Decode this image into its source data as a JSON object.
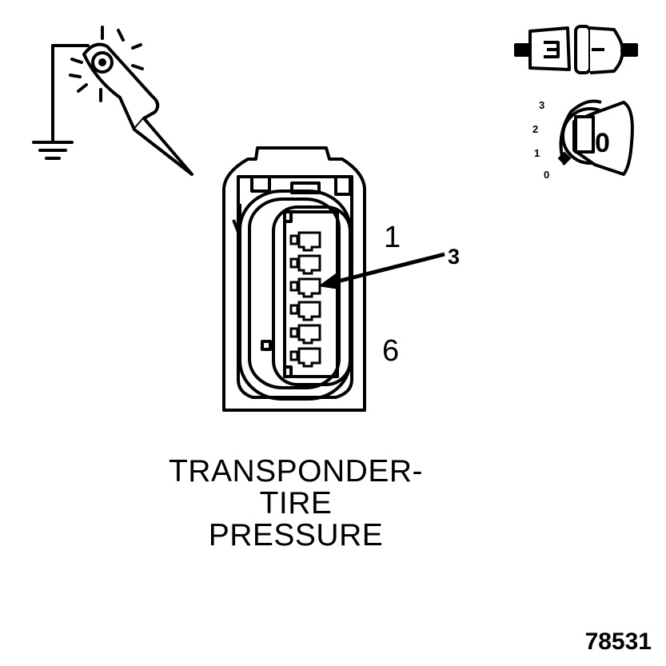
{
  "caption": {
    "line1": "TRANSPONDER-",
    "line2": "TIRE",
    "line3": "PRESSURE"
  },
  "reference_number": "78531",
  "connector": {
    "pin_first_label": "1",
    "pin_last_label": "6",
    "callout_label": "3"
  },
  "ignition": {
    "positions": [
      "3",
      "2",
      "1",
      "0"
    ],
    "key_symbol": "0"
  },
  "icons": {
    "probe": "test-probe-ground-icon",
    "connector_state": "connector-disconnected-icon",
    "ignition": "ignition-key-off-icon"
  }
}
